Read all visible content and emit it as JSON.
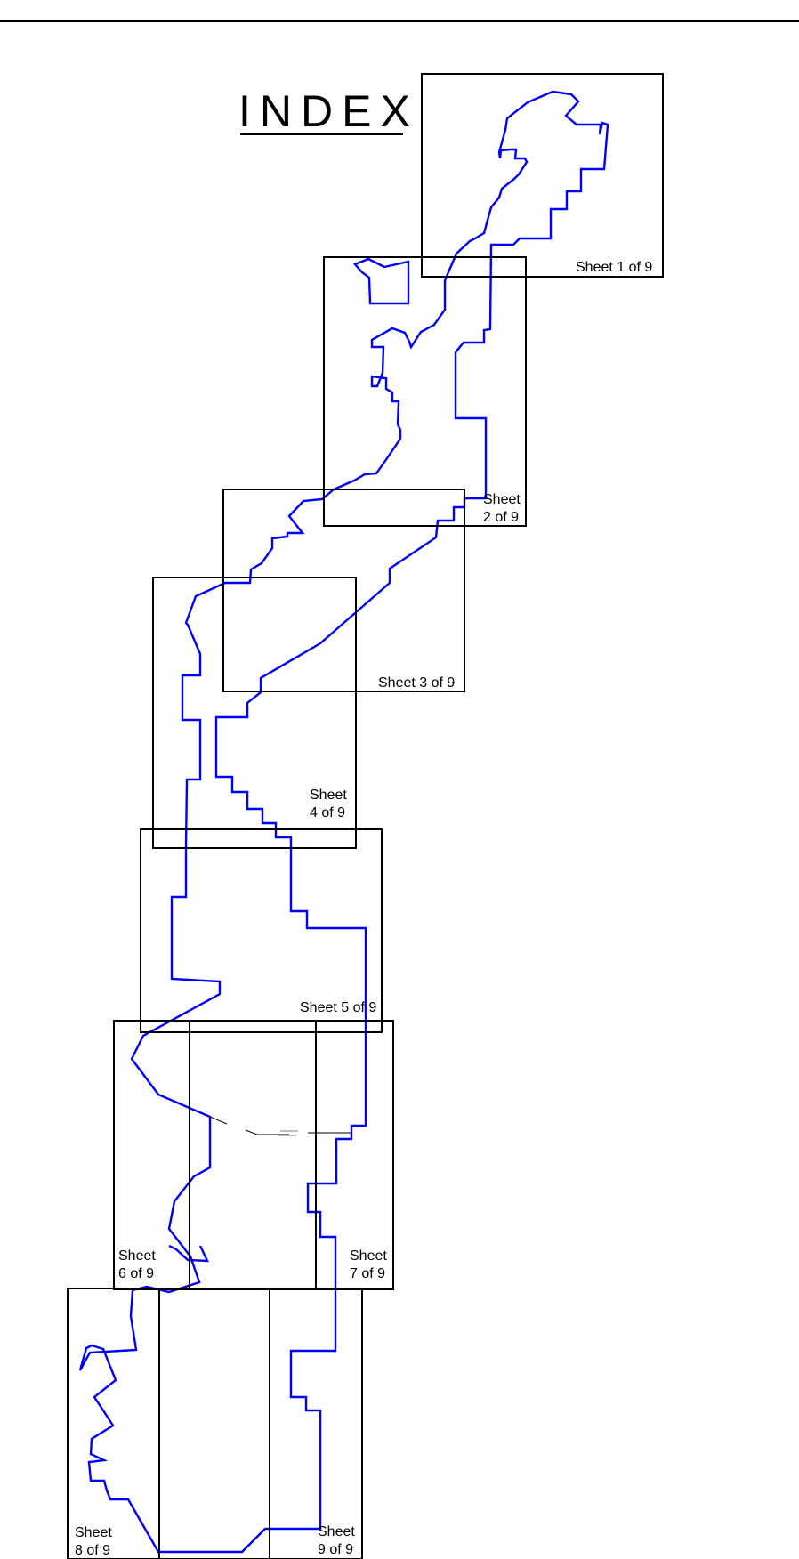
{
  "title": "INDEX",
  "colors": {
    "boundary": "#0000ff",
    "frame": "#000000"
  },
  "sheets": [
    {
      "id": "1",
      "label_lines": [
        "Sheet 1 of 9"
      ]
    },
    {
      "id": "2",
      "label_lines": [
        "Sheet",
        "2 of 9"
      ]
    },
    {
      "id": "3",
      "label_lines": [
        "Sheet 3 of 9"
      ]
    },
    {
      "id": "4",
      "label_lines": [
        "Sheet",
        "4 of 9"
      ]
    },
    {
      "id": "5",
      "label_lines": [
        "Sheet 5 of 9"
      ]
    },
    {
      "id": "6",
      "label_lines": [
        "Sheet",
        "6 of 9"
      ]
    },
    {
      "id": "7",
      "label_lines": [
        "Sheet",
        "7 of 9"
      ]
    },
    {
      "id": "8",
      "label_lines": [
        "Sheet",
        "8 of 9"
      ]
    },
    {
      "id": "9",
      "label_lines": [
        "Sheet",
        "9 of 9"
      ]
    }
  ]
}
